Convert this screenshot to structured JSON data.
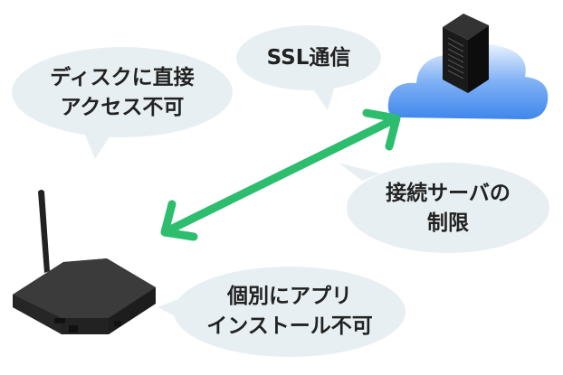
{
  "bubbles": {
    "disk": {
      "line1": "ディスクに直接",
      "line2": "アクセス不可"
    },
    "ssl": {
      "line1": "SSL通信"
    },
    "server": {
      "line1": "接続サーバの",
      "line2": "制限"
    },
    "apps": {
      "line1": "個別にアプリ",
      "line2": "インストール不可"
    }
  },
  "colors": {
    "bubble": "#e8eff2",
    "arrow": "#2dbd6e",
    "cloud": "#5b9cf0",
    "text": "#222222"
  },
  "icons": [
    "tv-box-device",
    "cloud-server",
    "double-arrow"
  ]
}
